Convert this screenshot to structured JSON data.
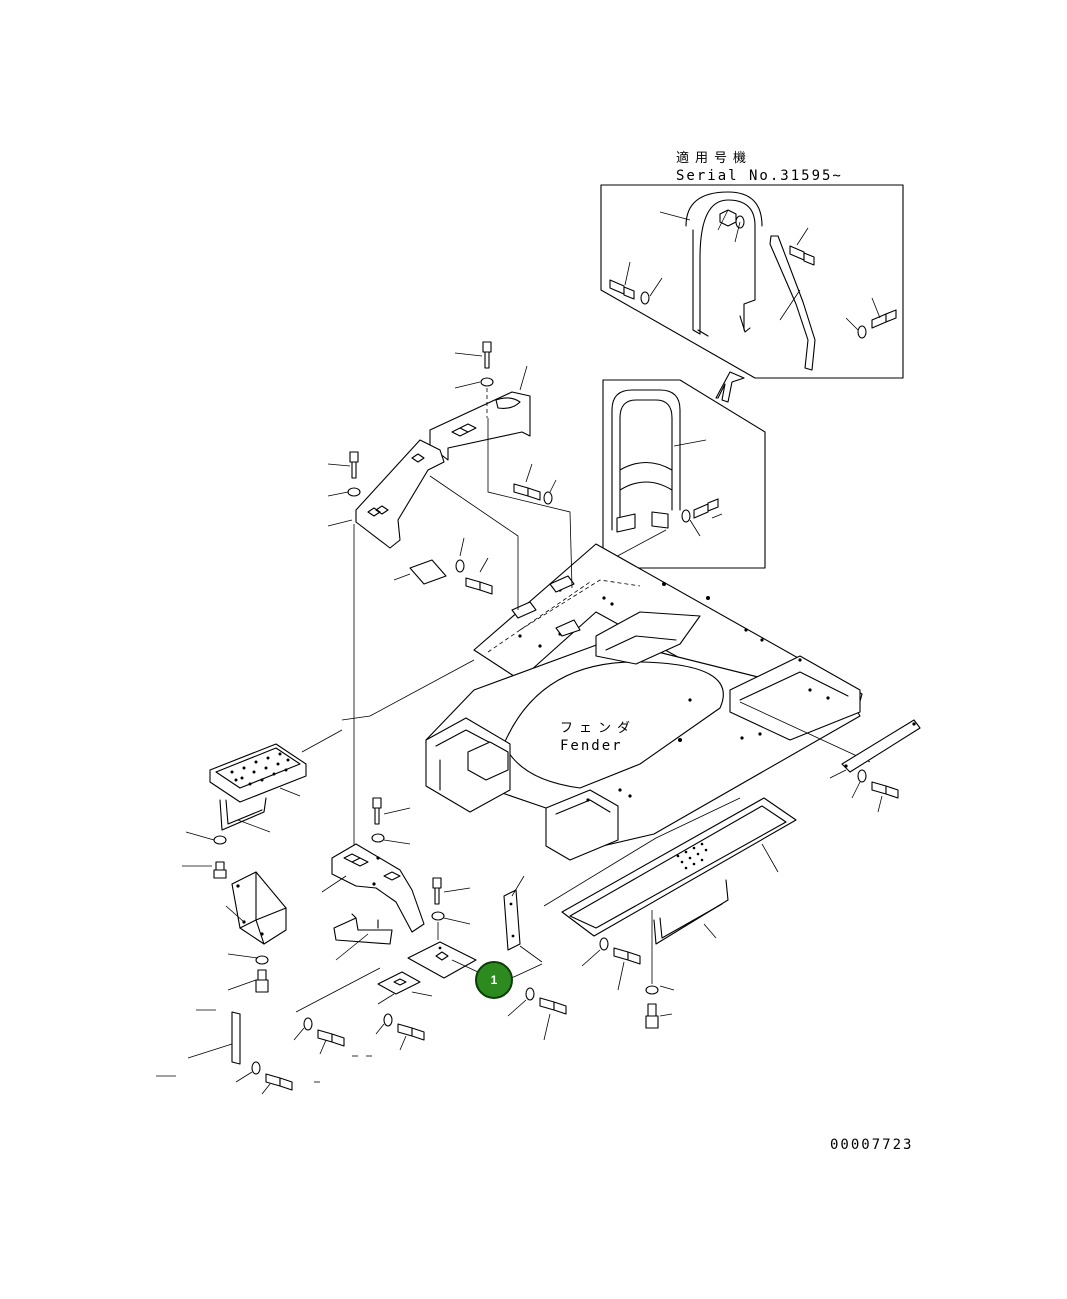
{
  "header": {
    "applicable_label_ja": "適用号機",
    "serial_label": "Serial No.31595~"
  },
  "annotations": {
    "fender_ja": "フェンダ",
    "fender_en": "Fender"
  },
  "callouts": [
    {
      "id": "1",
      "color": "#2d8a1f"
    }
  ],
  "footer": {
    "drawing_number": "00007723"
  },
  "colors": {
    "line": "#000000",
    "background": "#ffffff",
    "callout_fill": "#2d8a1f",
    "callout_stroke": "#0b3d07"
  },
  "icons": [
    "bolt-icon",
    "washer-icon",
    "nut-icon",
    "arrow-up-icon"
  ]
}
